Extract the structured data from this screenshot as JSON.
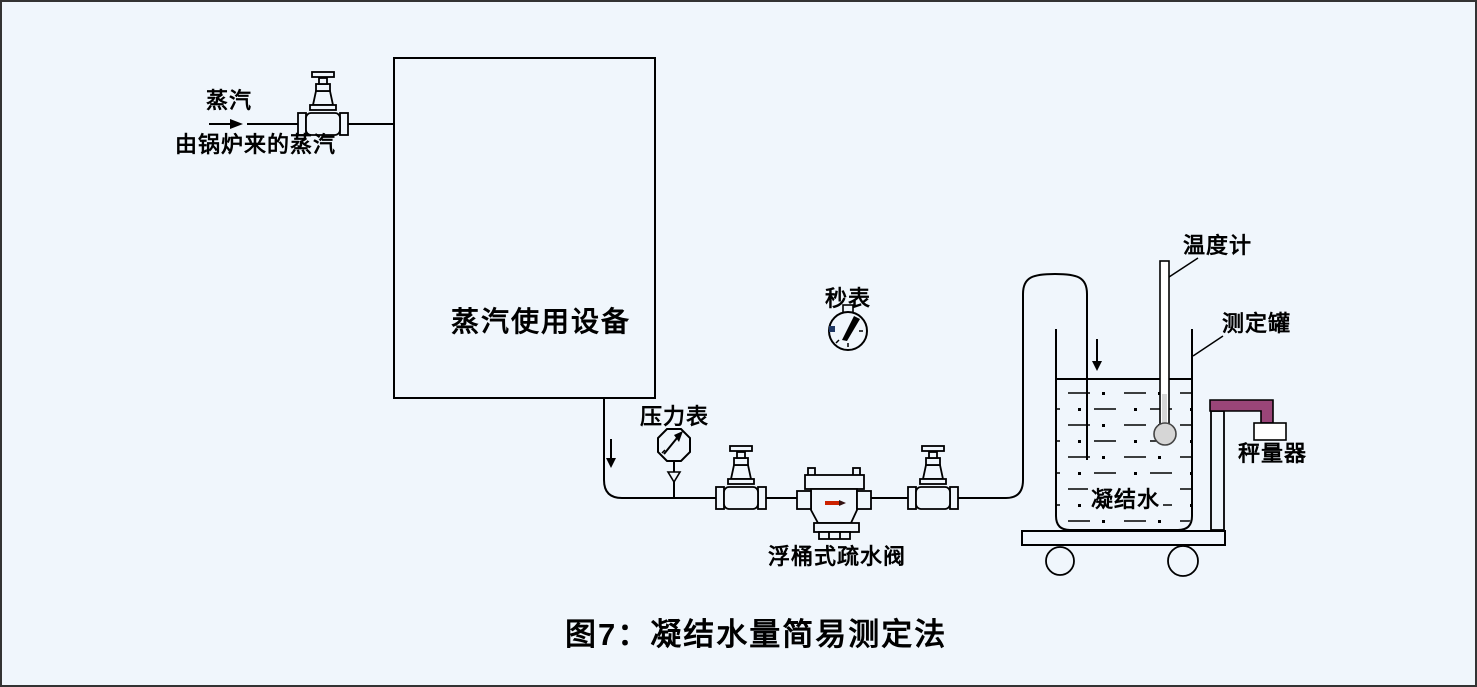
{
  "diagram": {
    "labels": {
      "steam": "蒸汽",
      "boiler_steam": "由锅炉来的蒸汽",
      "equipment": "蒸汽使用设备",
      "stopwatch": "秒表",
      "pressure_gauge": "压力表",
      "steam_trap": "浮桶式疏水阀",
      "thermometer": "温度计",
      "measuring_tank": "测定罐",
      "condensate": "凝结水",
      "weigher": "秤量器"
    },
    "caption": "图7：凝结水量简易测定法",
    "colors": {
      "background": "#F0F6FC",
      "line": "#000000",
      "weigher_bracket": "#9A4578",
      "trap_flow_mark": "#CC2200",
      "thermometer_mercury": "#D6D6D6",
      "stopwatch_tick": "#1F3864"
    }
  }
}
